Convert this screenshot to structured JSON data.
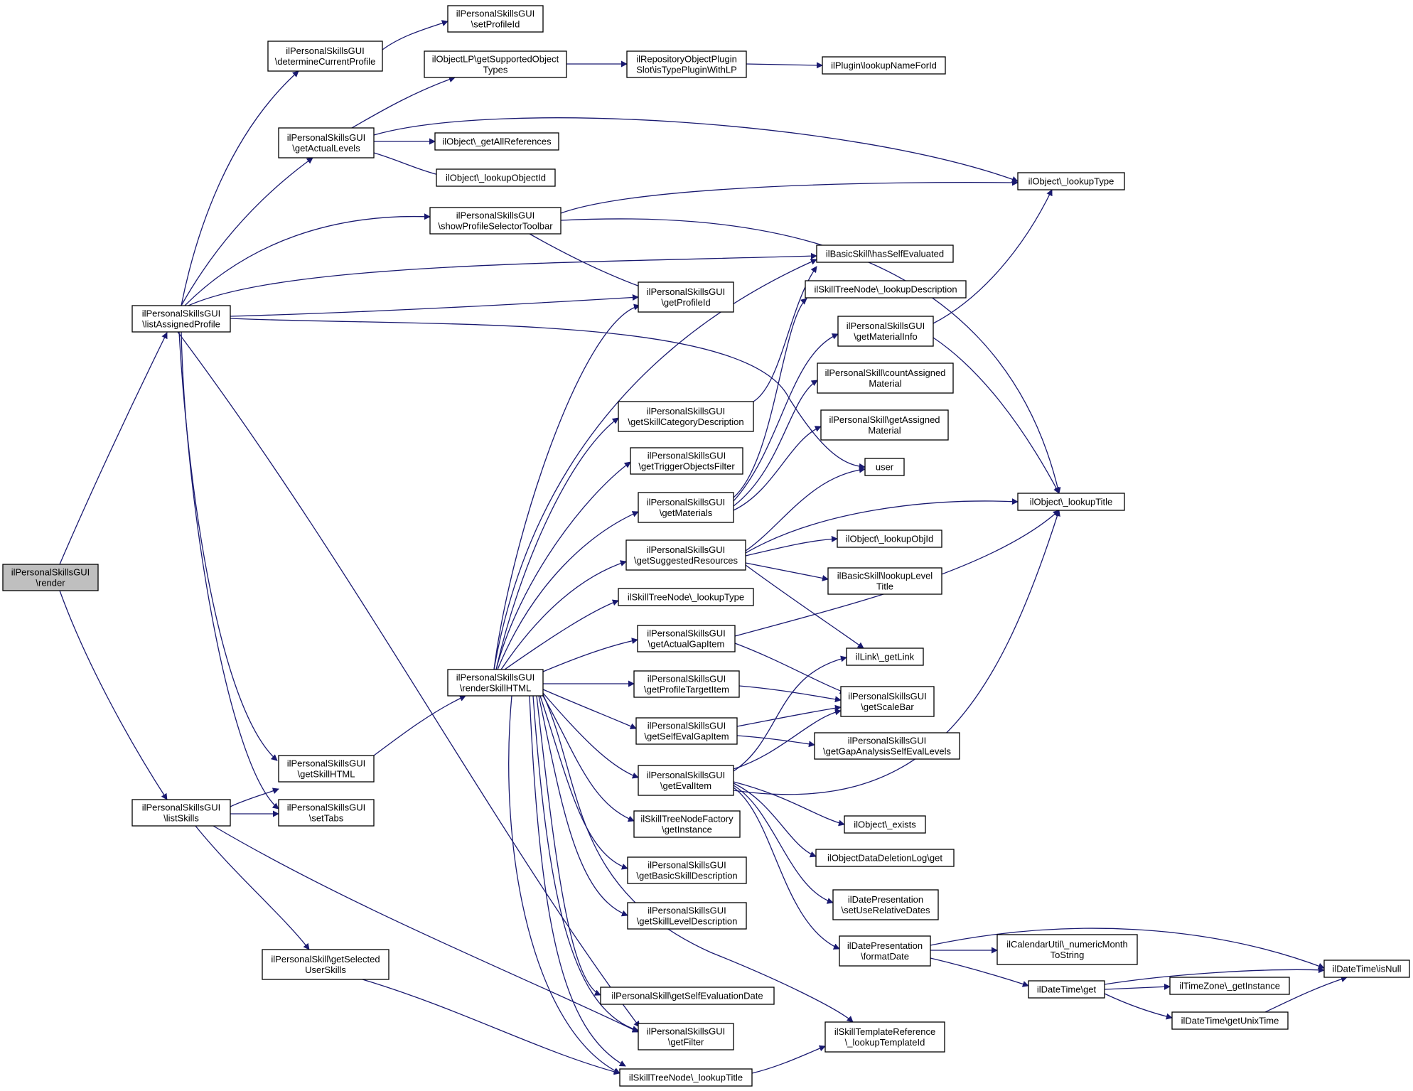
{
  "diagram": {
    "colors": {
      "edge": "#191970",
      "node_border": "#000000",
      "node_fill": "#ffffff",
      "highlight_fill": "#bfbfbf"
    },
    "nodes": [
      {
        "id": "render",
        "lines": [
          "ilPersonalSkillsGUI",
          "\\render"
        ],
        "highlight": true
      },
      {
        "id": "listAssignedProfile",
        "lines": [
          "ilPersonalSkillsGUI",
          "\\listAssignedProfile"
        ]
      },
      {
        "id": "listSkills",
        "lines": [
          "ilPersonalSkillsGUI",
          "\\listSkills"
        ]
      },
      {
        "id": "determineCurrentProfile",
        "lines": [
          "ilPersonalSkillsGUI",
          "\\determineCurrentProfile"
        ]
      },
      {
        "id": "getActualLevels",
        "lines": [
          "ilPersonalSkillsGUI",
          "\\getActualLevels"
        ]
      },
      {
        "id": "getSkillHTML",
        "lines": [
          "ilPersonalSkillsGUI",
          "\\getSkillHTML"
        ]
      },
      {
        "id": "setTabs",
        "lines": [
          "ilPersonalSkillsGUI",
          "\\setTabs"
        ]
      },
      {
        "id": "getSelectedUserSkills",
        "lines": [
          "ilPersonalSkill\\getSelected",
          "UserSkills"
        ]
      },
      {
        "id": "setProfileId",
        "lines": [
          "ilPersonalSkillsGUI",
          "\\setProfileId"
        ]
      },
      {
        "id": "getSupportedObjectTypes",
        "lines": [
          "ilObjectLP\\getSupportedObject",
          "Types"
        ]
      },
      {
        "id": "getAllReferences",
        "lines": [
          "ilObject\\_getAllReferences"
        ]
      },
      {
        "id": "lookupObjectId",
        "lines": [
          "ilObject\\_lookupObjectId"
        ]
      },
      {
        "id": "showProfileSelectorToolbar",
        "lines": [
          "ilPersonalSkillsGUI",
          "\\showProfileSelectorToolbar"
        ]
      },
      {
        "id": "renderSkillHTML",
        "lines": [
          "ilPersonalSkillsGUI",
          "\\renderSkillHTML"
        ]
      },
      {
        "id": "isTypePluginWithLP",
        "lines": [
          "ilRepositoryObjectPlugin",
          "Slot\\isTypePluginWithLP"
        ]
      },
      {
        "id": "lookupNameForId",
        "lines": [
          "ilPlugin\\lookupNameForId"
        ]
      },
      {
        "id": "lookupType",
        "lines": [
          "ilObject\\_lookupType"
        ]
      },
      {
        "id": "hasSelfEvaluated",
        "lines": [
          "ilBasicSkill\\hasSelfEvaluated"
        ]
      },
      {
        "id": "getProfileId",
        "lines": [
          "ilPersonalSkillsGUI",
          "\\getProfileId"
        ]
      },
      {
        "id": "lookupDescription",
        "lines": [
          "ilSkillTreeNode\\_lookupDescription"
        ]
      },
      {
        "id": "getMaterialInfo",
        "lines": [
          "ilPersonalSkillsGUI",
          "\\getMaterialInfo"
        ]
      },
      {
        "id": "countAssignedMaterial",
        "lines": [
          "ilPersonalSkill\\countAssigned",
          "Material"
        ]
      },
      {
        "id": "getSkillCategoryDescription",
        "lines": [
          "ilPersonalSkillsGUI",
          "\\getSkillCategoryDescription"
        ]
      },
      {
        "id": "getAssignedMaterial",
        "lines": [
          "ilPersonalSkill\\getAssigned",
          "Material"
        ]
      },
      {
        "id": "getTriggerObjectsFilter",
        "lines": [
          "ilPersonalSkillsGUI",
          "\\getTriggerObjectsFilter"
        ]
      },
      {
        "id": "user",
        "lines": [
          "user"
        ]
      },
      {
        "id": "getMaterials",
        "lines": [
          "ilPersonalSkillsGUI",
          "\\getMaterials"
        ]
      },
      {
        "id": "lookupTitle",
        "lines": [
          "ilObject\\_lookupTitle"
        ]
      },
      {
        "id": "getSuggestedResources",
        "lines": [
          "ilPersonalSkillsGUI",
          "\\getSuggestedResources"
        ]
      },
      {
        "id": "lookupObjId",
        "lines": [
          "ilObject\\_lookupObjId"
        ]
      },
      {
        "id": "lookupLevelTitle",
        "lines": [
          "ilBasicSkill\\lookupLevel",
          "Title"
        ]
      },
      {
        "id": "lookupTypeNode",
        "lines": [
          "ilSkillTreeNode\\_lookupType"
        ]
      },
      {
        "id": "getActualGapItem",
        "lines": [
          "ilPersonalSkillsGUI",
          "\\getActualGapItem"
        ]
      },
      {
        "id": "getLink",
        "lines": [
          "ilLink\\_getLink"
        ]
      },
      {
        "id": "getProfileTargetItem",
        "lines": [
          "ilPersonalSkillsGUI",
          "\\getProfileTargetItem"
        ]
      },
      {
        "id": "getScaleBar",
        "lines": [
          "ilPersonalSkillsGUI",
          "\\getScaleBar"
        ]
      },
      {
        "id": "getSelfEvalGapItem",
        "lines": [
          "ilPersonalSkillsGUI",
          "\\getSelfEvalGapItem"
        ]
      },
      {
        "id": "getGapAnalysisSelfEvalLevels",
        "lines": [
          "ilPersonalSkillsGUI",
          "\\getGapAnalysisSelfEvalLevels"
        ]
      },
      {
        "id": "getEvalItem",
        "lines": [
          "ilPersonalSkillsGUI",
          "\\getEvalItem"
        ]
      },
      {
        "id": "exists",
        "lines": [
          "ilObject\\_exists"
        ]
      },
      {
        "id": "getInstanceFactory",
        "lines": [
          "ilSkillTreeNodeFactory",
          "\\getInstance"
        ]
      },
      {
        "id": "deletionLogGet",
        "lines": [
          "ilObjectDataDeletionLog\\get"
        ]
      },
      {
        "id": "getBasicSkillDescription",
        "lines": [
          "ilPersonalSkillsGUI",
          "\\getBasicSkillDescription"
        ]
      },
      {
        "id": "setUseRelativeDates",
        "lines": [
          "ilDatePresentation",
          "\\setUseRelativeDates"
        ]
      },
      {
        "id": "getSkillLevelDescription",
        "lines": [
          "ilPersonalSkillsGUI",
          "\\getSkillLevelDescription"
        ]
      },
      {
        "id": "formatDate",
        "lines": [
          "ilDatePresentation",
          "\\formatDate"
        ]
      },
      {
        "id": "numericMonthToString",
        "lines": [
          "ilCalendarUtil\\_numericMonth",
          "ToString"
        ]
      },
      {
        "id": "isNull",
        "lines": [
          "ilDateTime\\isNull"
        ]
      },
      {
        "id": "dateTimeGet",
        "lines": [
          "ilDateTime\\get"
        ]
      },
      {
        "id": "tzGetInstance",
        "lines": [
          "ilTimeZone\\_getInstance"
        ]
      },
      {
        "id": "getSelfEvaluationDate",
        "lines": [
          "ilPersonalSkill\\getSelfEvaluationDate"
        ]
      },
      {
        "id": "getUnixTime",
        "lines": [
          "ilDateTime\\getUnixTime"
        ]
      },
      {
        "id": "lookupTemplateId",
        "lines": [
          "ilSkillTemplateReference",
          "\\_lookupTemplateId"
        ]
      },
      {
        "id": "getFilter",
        "lines": [
          "ilPersonalSkillsGUI",
          "\\getFilter"
        ]
      },
      {
        "id": "lookupTitleNode",
        "lines": [
          "ilSkillTreeNode\\_lookupTitle"
        ]
      }
    ]
  }
}
